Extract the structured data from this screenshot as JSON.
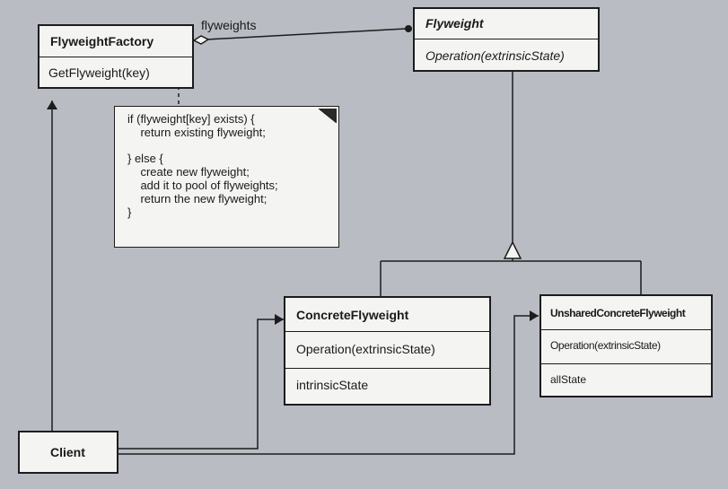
{
  "flyweight_factory": {
    "name": "FlyweightFactory",
    "operation": "GetFlyweight(key)"
  },
  "flyweight": {
    "name": "Flyweight",
    "operation": "Operation(extrinsicState)"
  },
  "association_label": "flyweights",
  "note_lines": [
    "if (flyweight[key] exists) {",
    "    return existing flyweight;",
    "",
    "} else {",
    "    create new flyweight;",
    "    add it to pool of flyweights;",
    "    return the new flyweight;",
    "}"
  ],
  "concrete_flyweight": {
    "name": "ConcreteFlyweight",
    "operation": "Operation(extrinsicState)",
    "attribute": "intrinsicState"
  },
  "unshared_concrete_flyweight": {
    "name": "UnsharedConcreteFlyweight",
    "operation": "Operation(extrinsicState)",
    "attribute": "allState"
  },
  "client": {
    "name": "Client"
  }
}
